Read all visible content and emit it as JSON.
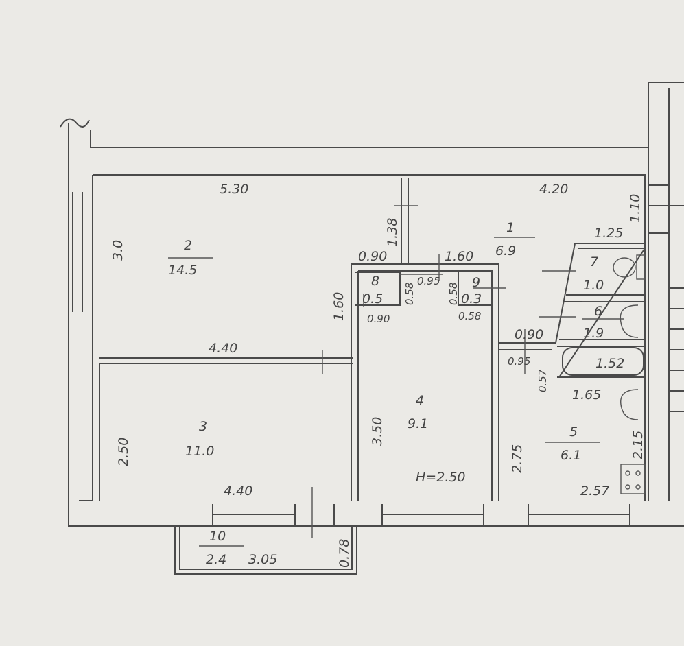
{
  "rooms": [
    {
      "number": "1",
      "area": "6.9"
    },
    {
      "number": "2",
      "area": "14.5"
    },
    {
      "number": "3",
      "area": "11.0"
    },
    {
      "number": "4",
      "area": "9.1"
    },
    {
      "number": "5",
      "area": "6.1"
    },
    {
      "number": "6",
      "area": "1.9"
    },
    {
      "number": "7",
      "area": "1.0"
    },
    {
      "number": "8",
      "area": "0.5"
    },
    {
      "number": "9",
      "area": "0.3"
    },
    {
      "number": "10",
      "area": "2.4"
    }
  ],
  "dimensions": {
    "d530": "5.30",
    "d420": "4.20",
    "d110": "1.10",
    "d125": "1.25",
    "d30": "3.0",
    "d138": "1.38",
    "d090a": "0.90",
    "d160a": "1.60",
    "d160b": "1.60",
    "d095a": "0.95",
    "d058a": "0.58",
    "d058b": "0.58",
    "d058c": "0.58",
    "d090b": "0.90",
    "d090c": "0.90",
    "d095b": "0.95",
    "d057": "0.57",
    "d152": "1.52",
    "d165": "1.65",
    "d440a": "4.40",
    "d440b": "4.40",
    "d250": "2.50",
    "d350": "3.50",
    "d275": "2.75",
    "d215": "2.15",
    "d257": "2.57",
    "d305": "3.05",
    "d078": "0.78"
  },
  "ceiling_height": "H=2.50"
}
